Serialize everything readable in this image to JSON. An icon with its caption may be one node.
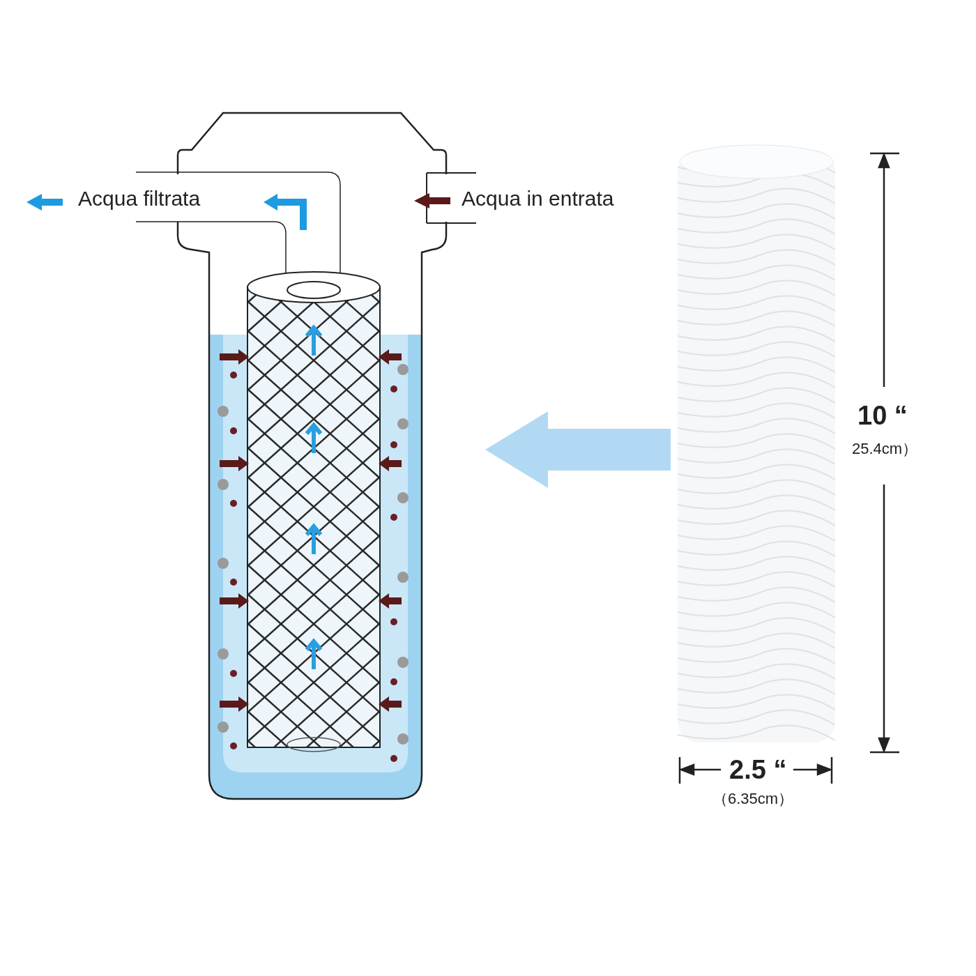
{
  "diagram": {
    "nodes": [
      {
        "text": [],
        "shape": "picture"
      },
      {
        "text": [],
        "shape": "picture"
      }
    ],
    "edges": [
      {
        "from": 1,
        "to": 0,
        "arrow": "to",
        "color": "#9fd0f0"
      }
    ],
    "labels": [
      "Acqua filtrata",
      "Acqua in entrata",
      "10 “",
      "25.4cm）",
      "2.5 “",
      "（6.35cm）"
    ]
  }
}
